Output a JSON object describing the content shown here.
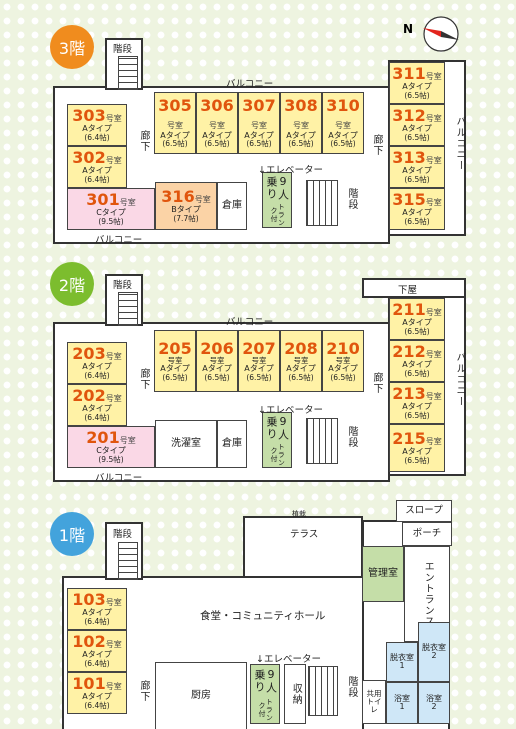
{
  "floors": {
    "f3": {
      "badge": "3階",
      "stairs": "階段",
      "balcony_top": "バルコニー",
      "balcony_bottom": "バルコニー",
      "balcony_right": "バルコニー",
      "corridor": "廊下",
      "elevator": "↓エレベーター",
      "elevator_note1": "9人乗り",
      "elevator_note2": "トランク付",
      "storage": "倉庫",
      "stairs_right": "階段",
      "rooms": {
        "r305": {
          "num": "305",
          "suffix": "号室",
          "type": "Aタイプ",
          "size": "(6.5帖)"
        },
        "r306": {
          "num": "306",
          "suffix": "号室",
          "type": "Aタイプ",
          "size": "(6.5帖)"
        },
        "r307": {
          "num": "307",
          "suffix": "号室",
          "type": "Aタイプ",
          "size": "(6.5帖)"
        },
        "r308": {
          "num": "308",
          "suffix": "号室",
          "type": "Aタイプ",
          "size": "(6.5帖)"
        },
        "r310": {
          "num": "310",
          "suffix": "号室",
          "type": "Aタイプ",
          "size": "(6.5帖)"
        },
        "r303": {
          "num": "303",
          "suffix": "号室",
          "type": "Aタイプ",
          "size": "(6.4帖)"
        },
        "r302": {
          "num": "302",
          "suffix": "号室",
          "type": "Aタイプ",
          "size": "(6.4帖)"
        },
        "r301": {
          "num": "301",
          "suffix": "号室",
          "type": "Cタイプ",
          "size": "(9.5帖)"
        },
        "r316": {
          "num": "316",
          "suffix": "号室",
          "type": "Bタイプ",
          "size": "(7.7帖)"
        },
        "r311": {
          "num": "311",
          "suffix": "号室",
          "type": "Aタイプ",
          "size": "(6.5帖)"
        },
        "r312": {
          "num": "312",
          "suffix": "号室",
          "type": "Aタイプ",
          "size": "(6.5帖)"
        },
        "r313": {
          "num": "313",
          "suffix": "号室",
          "type": "Aタイプ",
          "size": "(6.5帖)"
        },
        "r315": {
          "num": "315",
          "suffix": "号室",
          "type": "Aタイプ",
          "size": "(6.5帖)"
        }
      }
    },
    "f2": {
      "badge": "2階",
      "stairs": "階段",
      "balcony_top": "バルコニー",
      "balcony_bottom": "バルコニー",
      "balcony_right": "バルコニー",
      "shoe": "下屋",
      "corridor": "廊下",
      "elevator": "↓エレベーター",
      "elevator_note1": "9人乗り",
      "elevator_note2": "トランク付",
      "laundry": "洗濯室",
      "storage": "倉庫",
      "stairs_right": "階段",
      "rooms": {
        "r205": {
          "num": "205",
          "suffix": "号室",
          "type": "Aタイプ",
          "size": "(6.5帖)"
        },
        "r206": {
          "num": "206",
          "suffix": "号室",
          "type": "Aタイプ",
          "size": "(6.5帖)"
        },
        "r207": {
          "num": "207",
          "suffix": "号室",
          "type": "Aタイプ",
          "size": "(6.5帖)"
        },
        "r208": {
          "num": "208",
          "suffix": "号室",
          "type": "Aタイプ",
          "size": "(6.5帖)"
        },
        "r210": {
          "num": "210",
          "suffix": "号室",
          "type": "Aタイプ",
          "size": "(6.5帖)"
        },
        "r203": {
          "num": "203",
          "suffix": "号室",
          "type": "Aタイプ",
          "size": "(6.4帖)"
        },
        "r202": {
          "num": "202",
          "suffix": "号室",
          "type": "Aタイプ",
          "size": "(6.4帖)"
        },
        "r201": {
          "num": "201",
          "suffix": "号室",
          "type": "Cタイプ",
          "size": "(9.5帖)"
        },
        "r211": {
          "num": "211",
          "suffix": "号室",
          "type": "Aタイプ",
          "size": "(6.5帖)"
        },
        "r212": {
          "num": "212",
          "suffix": "号室",
          "type": "Aタイプ",
          "size": "(6.5帖)"
        },
        "r213": {
          "num": "213",
          "suffix": "号室",
          "type": "Aタイプ",
          "size": "(6.5帖)"
        },
        "r215": {
          "num": "215",
          "suffix": "号室",
          "type": "Aタイプ",
          "size": "(6.5帖)"
        }
      }
    },
    "f1": {
      "badge": "1階",
      "stairs": "階段",
      "planting": "植栽",
      "terrace": "テラス",
      "slope": "スロープ",
      "porch": "ポーチ",
      "office": "管理室",
      "entrance": "エントランス",
      "hall": "食堂・コミュニティホール",
      "corridor": "廊下",
      "elevator": "↓エレベーター",
      "elevator_note1": "9人乗り",
      "elevator_note2": "トランク付",
      "kitchen": "厨房",
      "storage": "収納",
      "stairs_right": "階段",
      "toilet1": "共用",
      "toilet2": "トイレ",
      "dress1": "脱衣室",
      "dress1n": "1",
      "dress2": "脱衣室",
      "dress2n": "2",
      "bath1": "浴室",
      "bath1n": "1",
      "bath2": "浴室",
      "bath2n": "2",
      "rooms": {
        "r103": {
          "num": "103",
          "suffix": "号室",
          "type": "Aタイプ",
          "size": "(6.4帖)"
        },
        "r102": {
          "num": "102",
          "suffix": "号室",
          "type": "Aタイプ",
          "size": "(6.4帖)"
        },
        "r101": {
          "num": "101",
          "suffix": "号室",
          "type": "Aタイプ",
          "size": "(6.4帖)"
        }
      }
    }
  },
  "compass": {
    "north_label": "N",
    "icon": "compass-icon"
  },
  "colors": {
    "room_standard": "#fff2a6",
    "room_c": "#fad8e6",
    "room_b": "#fbd3a6",
    "elevator_office": "#c5dea8",
    "bath": "#cfe7f7",
    "badge3": "#f08c1e",
    "badge2": "#7cbd2e",
    "badge1": "#43a3dc",
    "room_number": "#e0550d"
  }
}
